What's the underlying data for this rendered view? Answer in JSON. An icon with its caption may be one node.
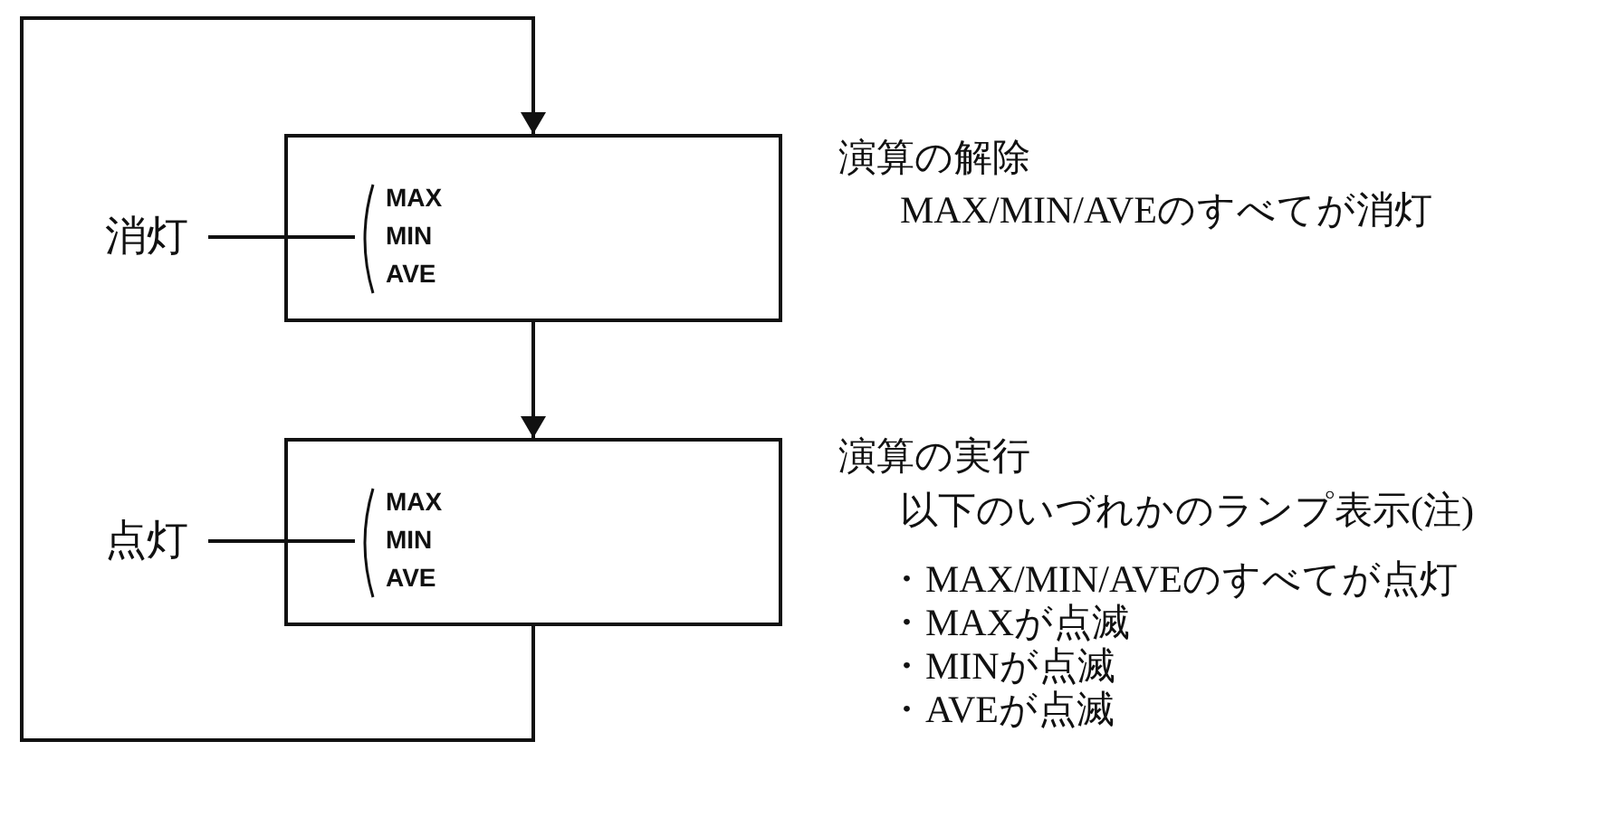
{
  "diagram": {
    "nodes": [
      {
        "text": [],
        "shape": "box",
        "beside": [
          "演算の解除",
          "MAX/MIN/AVEのすべてが消灯"
        ]
      },
      {
        "text": [
          "MAX MIN AVE"
        ],
        "in": 0
      },
      {
        "text": [
          "消灯"
        ]
      },
      {
        "text": [],
        "shape": "box",
        "beside": [
          "演算の実行",
          "以下のいづれかのランプ表示(注)",
          "・MAX/MIN/AVEのすべてが点灯",
          "・MAXが点滅",
          "・MINが点滅",
          "・AVEが点滅"
        ]
      },
      {
        "text": [
          "MAX MIN AVE"
        ],
        "in": 3
      },
      {
        "text": [
          "点灯"
        ]
      }
    ],
    "edges": [
      {
        "from": 0,
        "to": 3,
        "arrow": "to"
      },
      {
        "from": 3,
        "to": 0,
        "arrow": "to"
      },
      {
        "from": 2,
        "to": 1,
        "arrow": "none"
      },
      {
        "from": 5,
        "to": 4,
        "arrow": "none"
      }
    ]
  }
}
